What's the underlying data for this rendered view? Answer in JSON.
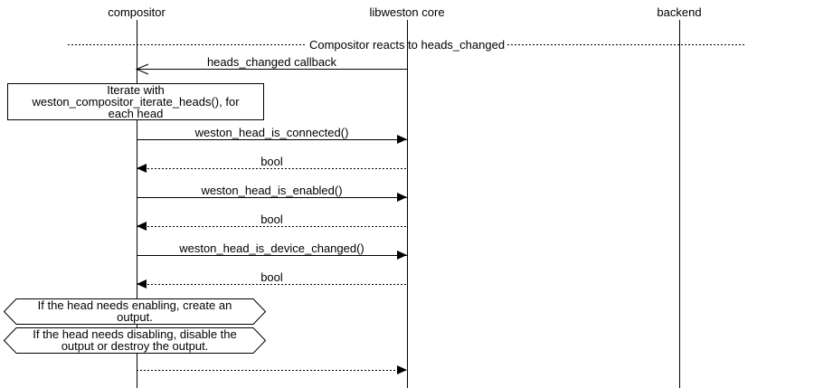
{
  "diagram": {
    "colors": {
      "ink": "#000000",
      "background": "#ffffff"
    },
    "actors": [
      {
        "label": "compositor"
      },
      {
        "label": "libweston core"
      },
      {
        "label": "backend"
      }
    ],
    "title": "Compositor reacts to heads_changed",
    "note_box": {
      "lines": [
        "Iterate with",
        "weston_compositor_iterate_heads(), for",
        "each head"
      ]
    },
    "messages": [
      {
        "label": "heads_changed callback",
        "style": "solid-callback"
      },
      {
        "label": "weston_head_is_connected()",
        "style": "solid-call"
      },
      {
        "label": "bool",
        "style": "dotted-return"
      },
      {
        "label": "weston_head_is_enabled()",
        "style": "solid-call"
      },
      {
        "label": "bool",
        "style": "dotted-return"
      },
      {
        "label": "weston_head_is_device_changed()",
        "style": "solid-call"
      },
      {
        "label": "bool",
        "style": "dotted-return"
      },
      {
        "label": "",
        "style": "dotted-call"
      }
    ],
    "angular_notes": [
      {
        "lines": [
          "If the head needs enabling, create an",
          "output."
        ]
      },
      {
        "lines": [
          "If the head needs disabling, disable the",
          "output or destroy the output."
        ]
      }
    ],
    "icons": {
      "call_arrow": "filled-right-triangle",
      "return_arrow": "filled-left-triangle",
      "callback_arrow": "open-left-arrowhead"
    }
  }
}
